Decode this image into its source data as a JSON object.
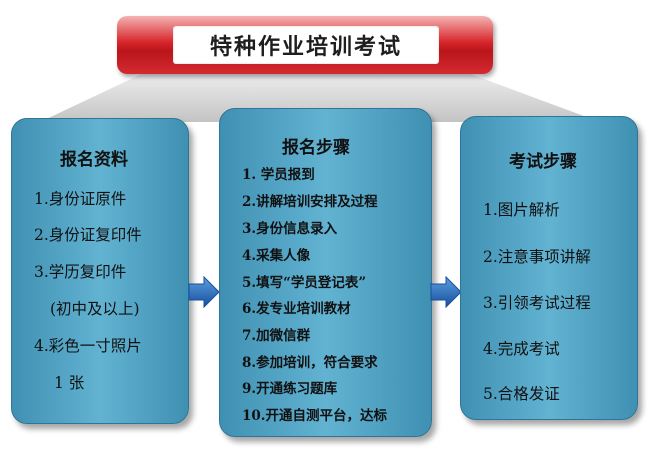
{
  "title": "特种作业培训考试",
  "panels": {
    "materials": {
      "title": "报名资料",
      "items": [
        "1.身份证原件",
        "2.身份证复印件",
        "3.学历复印件",
        "(初中及以上)",
        "4.彩色一寸照片",
        "1 张"
      ]
    },
    "registration": {
      "title": "报名步骤",
      "items": [
        "1. 学员报到",
        "2.讲解培训安排及过程",
        "3.身份信息录入",
        "4.采集人像",
        "5.填写“学员登记表”",
        "6.发专业培训教材",
        "7.加微信群",
        "8.参加培训，符合要求",
        "9.开通练习题库",
        "10.开通自测平台，达标"
      ]
    },
    "exam": {
      "title": "考试步骤",
      "items": [
        "1.图片解析",
        "2.注意事项讲解",
        "3.引领考试过程",
        "4.完成考试",
        "5.合格发证"
      ]
    }
  },
  "colors": {
    "panel": "#4fa3c6",
    "title_bar": "#d0262b",
    "fan": "#d6d6d6",
    "arrow": "#1e63b8"
  }
}
